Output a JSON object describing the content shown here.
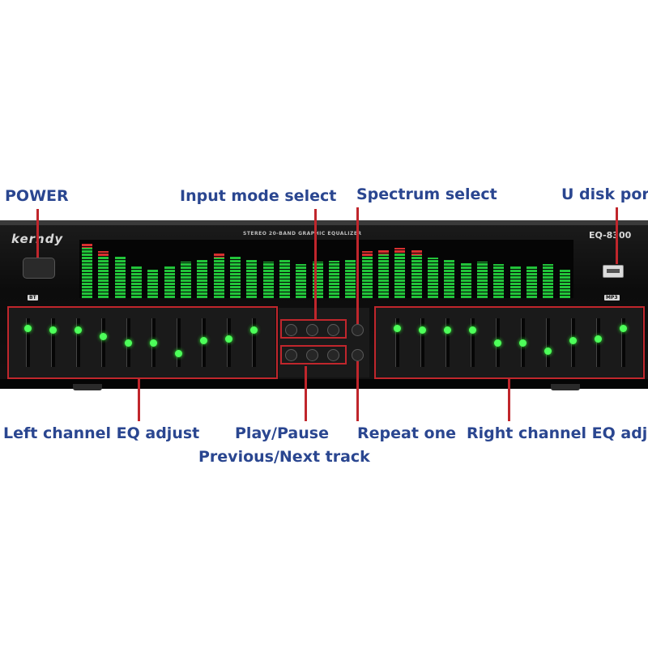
{
  "callouts": {
    "power": "POWER",
    "input_mode": "Input mode select",
    "spectrum": "Spectrum select",
    "udisk": "U disk port",
    "left_eq": "Left channel EQ adjust",
    "play_pause": "Play/Pause",
    "prev_next": "Previous/Next track",
    "repeat_one": "Repeat one",
    "right_eq": "Right channel EQ adjust"
  },
  "device": {
    "brand": "kerndy",
    "model": "EQ-8300",
    "subtitle": "STEREO 20-BAND GRAPHIC EQUALIZER",
    "bt_tag": "BT",
    "mp3_tag": "MP3"
  },
  "spectrum_levels": [
    0.95,
    0.8,
    0.72,
    0.55,
    0.5,
    0.56,
    0.62,
    0.66,
    0.78,
    0.72,
    0.66,
    0.62,
    0.66,
    0.58,
    0.62,
    0.64,
    0.66,
    0.8,
    0.84,
    0.86,
    0.82,
    0.7,
    0.66,
    0.6,
    0.62,
    0.58,
    0.56,
    0.55,
    0.58,
    0.5
  ],
  "left_eq_levels": [
    0.85,
    0.8,
    0.8,
    0.65,
    0.5,
    0.5,
    0.25,
    0.55,
    0.6,
    0.8
  ],
  "right_eq_levels": [
    0.85,
    0.8,
    0.8,
    0.8,
    0.5,
    0.5,
    0.3,
    0.55,
    0.6,
    0.85
  ],
  "colors": {
    "callout_text": "#2a4690",
    "leader": "#c0262c",
    "led_green": "#22c43a",
    "led_red": "#d93030",
    "knob": "#4dff5a"
  }
}
